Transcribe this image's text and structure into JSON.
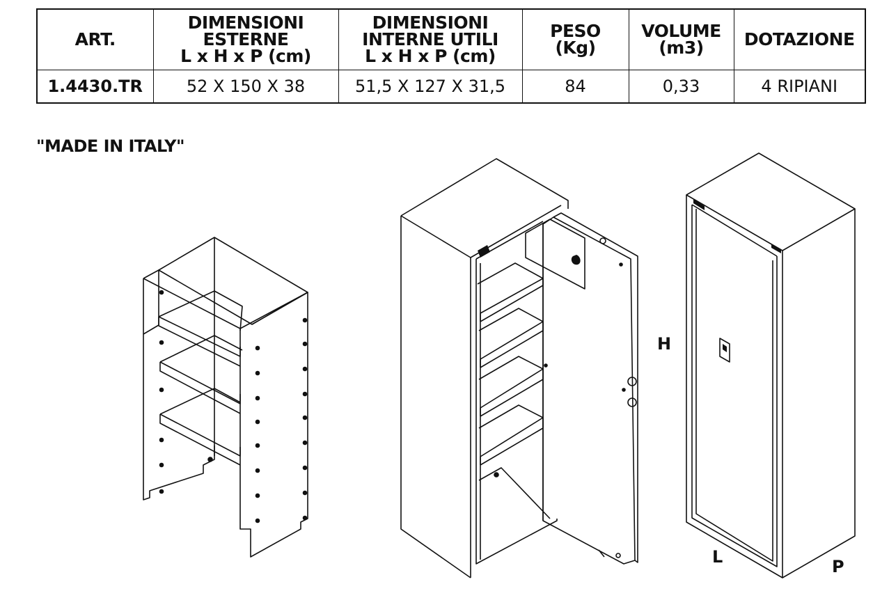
{
  "table": {
    "headers": [
      [
        "ART."
      ],
      [
        "DIMENSIONI",
        "ESTERNE",
        "L x H x P (cm)"
      ],
      [
        "DIMENSIONI",
        "INTERNE UTILI",
        "L x H x P (cm)"
      ],
      [
        "PESO",
        "(Kg)"
      ],
      [
        "VOLUME",
        "(m3)"
      ],
      [
        "DOTAZIONE"
      ]
    ],
    "row": {
      "art": "1.4430.TR",
      "ext": "52 X 150 X 38",
      "int": "51,5 X 127 X 31,5",
      "peso": "84",
      "volume": "0,33",
      "dotazione": "4 RIPIANI"
    }
  },
  "made_in": "\"MADE IN ITALY\"",
  "dimension_labels": {
    "h": "H",
    "l": "L",
    "p": "P"
  },
  "icons": [
    "shelf-insert-drawing-icon",
    "open-safe-drawing-icon",
    "closed-safe-drawing-icon"
  ],
  "colors": {
    "ink": "#111111",
    "paper": "#ffffff"
  }
}
